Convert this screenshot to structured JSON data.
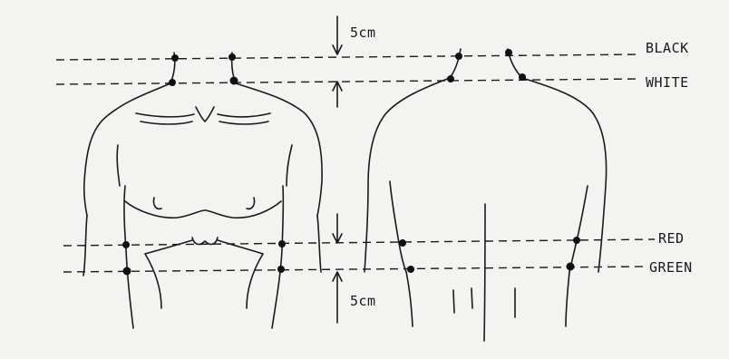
{
  "labels": {
    "black": "BLACK",
    "white": "WHITE",
    "red": "RED",
    "green": "GREEN"
  },
  "measurements": {
    "top": "5cm",
    "bottom": "5cm"
  }
}
